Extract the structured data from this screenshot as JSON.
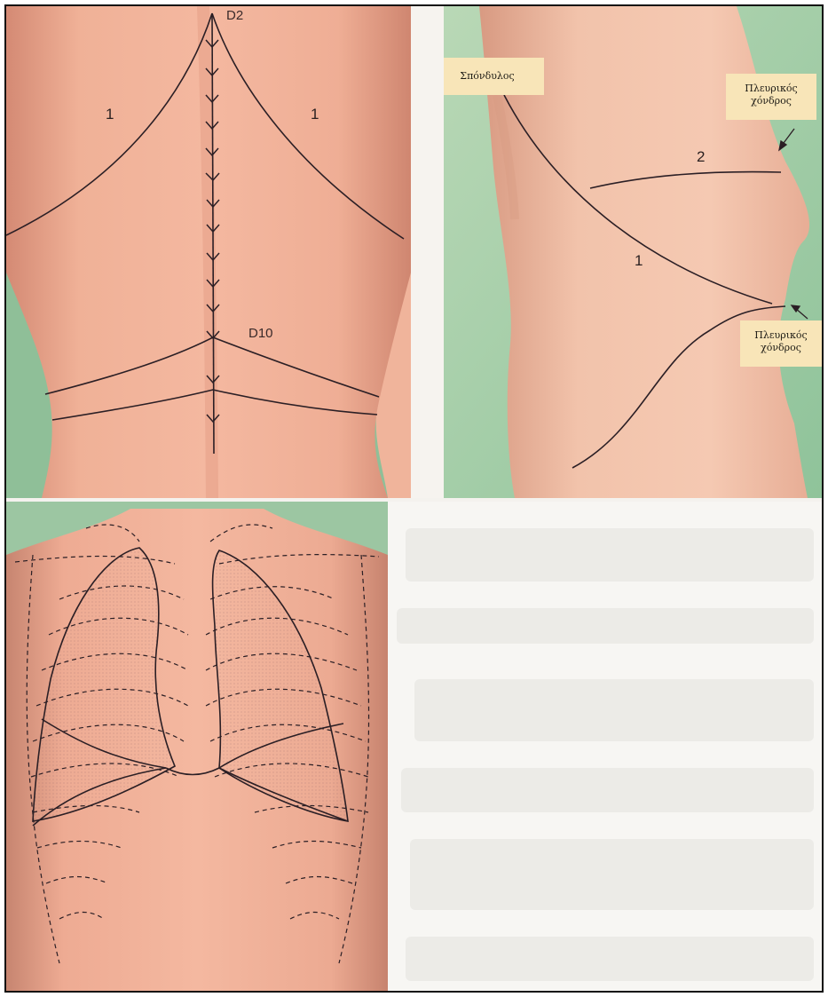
{
  "back_panel": {
    "top_vertebra_label": "D2",
    "lower_vertebra_label": "D10",
    "left_line_number": "1",
    "right_line_number": "1"
  },
  "side_panel": {
    "vertebra_callout": "Σπόνδυλος",
    "upper_cartilage_callout_line1": "Πλευρικός",
    "upper_cartilage_callout_line2": "χόνδρος",
    "lower_cartilage_callout_line1": "Πλευρικός",
    "lower_cartilage_callout_line2": "χόνδρος",
    "line_number_1": "1",
    "line_number_2": "2"
  },
  "colors": {
    "skin_light": "#f3b59e",
    "skin_dark": "#d98d78",
    "background_green": "#9cc6a2",
    "line": "#2b1f25",
    "callout_fill": "#f8e5b8"
  }
}
